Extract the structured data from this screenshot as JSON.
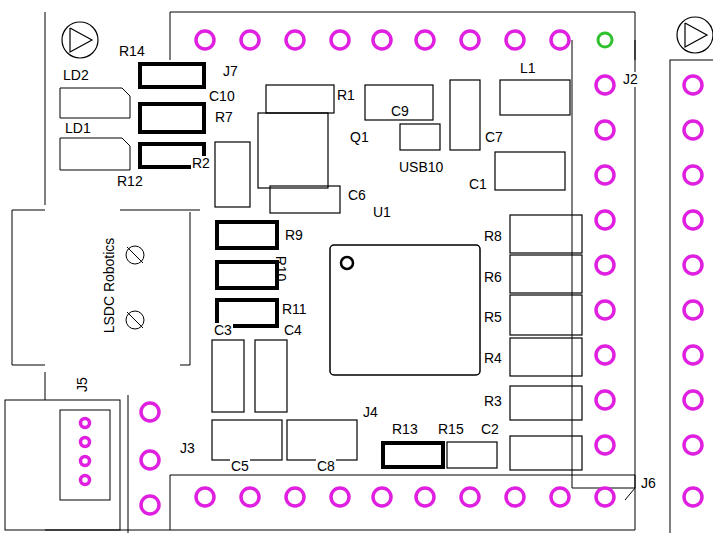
{
  "diagram": {
    "labels": [
      "R14",
      "J7",
      "LD2",
      "C10",
      "R7",
      "LD1",
      "R12",
      "R2",
      "R1",
      "Q1",
      "C9",
      "L1",
      "J2",
      "C7",
      "USB10",
      "C1",
      "C6",
      "U1",
      "R9",
      "R8",
      "R10",
      "R6",
      "R11",
      "R5",
      "C3",
      "C4",
      "R4",
      "J5",
      "R3",
      "J3",
      "J4",
      "R13",
      "R15",
      "C2",
      "C5",
      "C8",
      "J6",
      "LSDC Robotics"
    ]
  }
}
